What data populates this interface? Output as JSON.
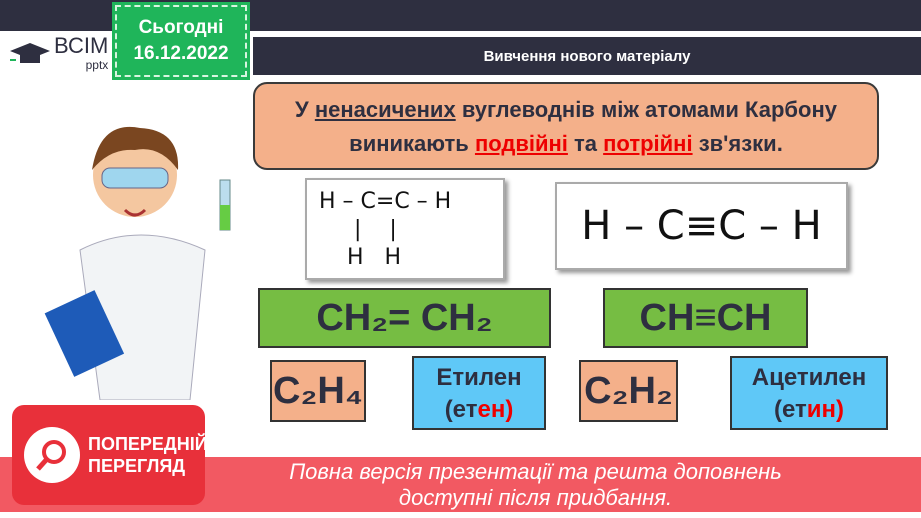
{
  "logo": {
    "brand": "ВСІМ",
    "sub": "pptx"
  },
  "date": {
    "label": "Сьогодні",
    "value": "16.12.2022"
  },
  "header": {
    "title": "Вивчення нового матеріалу"
  },
  "main": {
    "p1": "У ",
    "w1": "ненасичених",
    "p2": " вуглеводнів  між атомами Карбону",
    "p3": "виникають ",
    "w2": "подвійні",
    "p4": " та ",
    "w3": "потрійні",
    "p5": " зв'язки."
  },
  "structures": {
    "ethene": "H – C=C – H\n     |    |\n    H   H",
    "ethyne": "H – C≡C – H"
  },
  "formulas": {
    "ethene": "CH₂= CH₂",
    "ethyne": "CH≡CH",
    "ethene_molecular": "C₂H₄",
    "ethyne_molecular": "C₂H₂"
  },
  "names": {
    "ethene": "Етилен",
    "ethene_alt_a": "(ет",
    "ethene_alt_b": "ен)",
    "ethyne": "Ацетилен",
    "ethyne_alt_a": "(ет",
    "ethyne_alt_b": "ин)"
  },
  "banner": {
    "line1": "Повна версія презентації та решта доповнень",
    "line2": "доступні після придбання."
  },
  "preview": {
    "line1": "ПОПЕРЕДНІЙ",
    "line2": "ПЕРЕГЛЯД"
  },
  "colors": {
    "dark": "#2e2f40",
    "green": "#1fb55a",
    "peach": "#f4b08a",
    "blue": "#5fc8f7",
    "lime": "#76bd43",
    "red": "#e8303a"
  }
}
